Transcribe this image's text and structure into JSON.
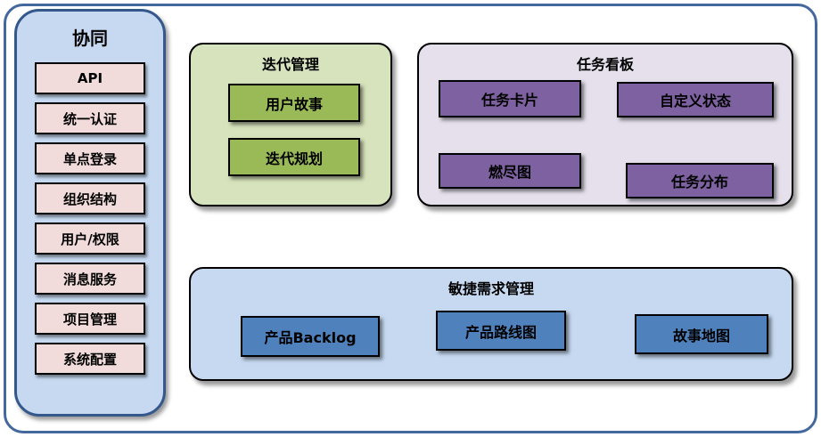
{
  "sidebar": {
    "title": "协同",
    "items": [
      "API",
      "统一认证",
      "单点登录",
      "组织结构",
      "用户/权限",
      "消息服务",
      "项目管理",
      "系统配置"
    ]
  },
  "iteration_panel": {
    "title": "迭代管理",
    "items": [
      "用户故事",
      "迭代规划"
    ]
  },
  "kanban_panel": {
    "title": "任务看板",
    "items": [
      "任务卡片",
      "自定义状态",
      "燃尽图",
      "任务分布"
    ]
  },
  "requirements_panel": {
    "title": "敏捷需求管理",
    "items": [
      "产品Backlog",
      "产品路线图",
      "故事地图"
    ]
  },
  "colors": {
    "outer_frame_border": "#44689e",
    "sidebar_fill": "#c6d9f1",
    "sidebar_border": "#34578c",
    "sidebar_item_fill": "#f2dcdb",
    "iteration_panel_fill": "#d6e3bc",
    "iteration_item_fill": "#9aba58",
    "kanban_panel_fill": "#e5e0ec",
    "kanban_item_fill": "#7d61a0",
    "requirements_panel_fill": "#c6d9f1",
    "requirements_item_fill": "#4f81bd",
    "box_border": "#000000",
    "text": "#000000"
  }
}
